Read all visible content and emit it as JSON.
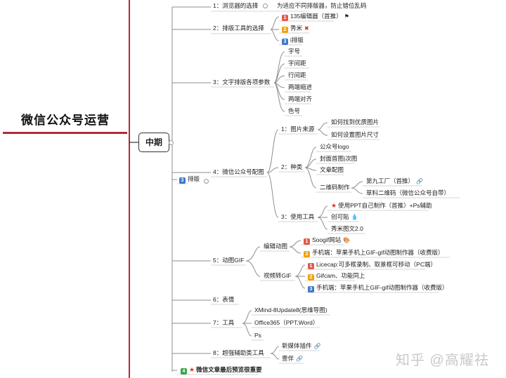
{
  "root": {
    "title": "微信公众号运营"
  },
  "mid": {
    "label": "中期"
  },
  "s1": {
    "label": "1：浏览器的选择",
    "note": "为适应不同排版器，防止错位乱码"
  },
  "s2": {
    "label": "2：排版工具的选择",
    "items": [
      "135编辑器（首推）",
      "秀米",
      "i排版"
    ]
  },
  "s3": {
    "label": "3：文字排版各项参数",
    "items": [
      "字号",
      "字间距",
      "行间距",
      "两端缩进",
      "两端对齐",
      "色号"
    ]
  },
  "paiban": {
    "label": "排版"
  },
  "s4": {
    "label": "4：微信公众号配图",
    "src": {
      "label": "1：图片来源",
      "items": [
        "如何找到优质图片",
        "如何设置图片尺寸"
      ]
    },
    "kind": {
      "label": "2：种类",
      "items": [
        "公众号logo",
        "封面首图|次图",
        "文章配图",
        "二维码制作"
      ],
      "qr": [
        "第九工厂（首推）",
        "草料二维码（微信公众号自带）"
      ]
    },
    "tool": {
      "label": "3：使用工具",
      "items": [
        "使用PPT自己制作（首推）+Ps辅助",
        "创可贴",
        "秀米图文2.0"
      ]
    }
  },
  "s5": {
    "label": "5：动图GIF",
    "edit": {
      "label": "编辑动图",
      "items": [
        "Soogif网站",
        "手机端：苹果手机上GIF-gif动图制作器（收费版）"
      ]
    },
    "video": {
      "label": "视频转GIF",
      "items": [
        "Licecap:可多框录制、取景框可移动（PC端）",
        "Gifcam、功能同上",
        "手机端：苹果手机上GIF-gif动图制作器（收费版）"
      ]
    }
  },
  "s6": {
    "label": "6：表情"
  },
  "s7": {
    "label": "7：工具",
    "items": [
      "XMind-8Update8(思维导图)",
      "Office365（PPT,Word）",
      "Ps"
    ]
  },
  "s8": {
    "label": "8：超强辅助类工具",
    "items": [
      "新媒体插件",
      "壹伴"
    ]
  },
  "final": {
    "label": "微信文章最后预览很重要"
  },
  "badges": {
    "one": "1",
    "two": "2",
    "three": "3",
    "four": "4"
  },
  "icons": {
    "star": "★",
    "link": "🔗",
    "flag": "⚑",
    "tool": "✖",
    "sticker": "🎨",
    "drop": "💧"
  },
  "watermark": {
    "text": "知乎 @高耀祛"
  },
  "colors": {
    "accent": "#b22a3a",
    "line": "#8a8a8a"
  }
}
